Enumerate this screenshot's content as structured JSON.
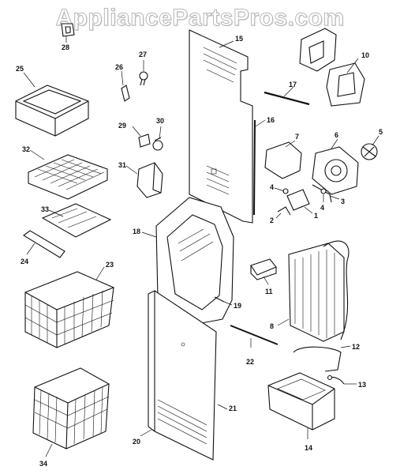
{
  "watermark": "AppliancePartsPros.com",
  "callouts": [
    {
      "id": "p28",
      "label": "28"
    },
    {
      "id": "p15",
      "label": "15"
    },
    {
      "id": "p10",
      "label": "10"
    },
    {
      "id": "p25",
      "label": "25"
    },
    {
      "id": "p27",
      "label": "27"
    },
    {
      "id": "p26",
      "label": "26"
    },
    {
      "id": "p17",
      "label": "17"
    },
    {
      "id": "p16",
      "label": "16"
    },
    {
      "id": "p29",
      "label": "29"
    },
    {
      "id": "p30",
      "label": "30"
    },
    {
      "id": "p7",
      "label": "7"
    },
    {
      "id": "p6",
      "label": "6"
    },
    {
      "id": "p5",
      "label": "5"
    },
    {
      "id": "p32",
      "label": "32"
    },
    {
      "id": "p31",
      "label": "31"
    },
    {
      "id": "p4a",
      "label": "4"
    },
    {
      "id": "p4b",
      "label": "4"
    },
    {
      "id": "p3",
      "label": "3"
    },
    {
      "id": "p2",
      "label": "2"
    },
    {
      "id": "p1",
      "label": "1"
    },
    {
      "id": "p33",
      "label": "33"
    },
    {
      "id": "p18",
      "label": "18"
    },
    {
      "id": "p24",
      "label": "24"
    },
    {
      "id": "p23",
      "label": "23"
    },
    {
      "id": "p11",
      "label": "11"
    },
    {
      "id": "p19",
      "label": "19"
    },
    {
      "id": "p8",
      "label": "8"
    },
    {
      "id": "p12",
      "label": "12"
    },
    {
      "id": "p22",
      "label": "22"
    },
    {
      "id": "p13",
      "label": "13"
    },
    {
      "id": "p21",
      "label": "21"
    },
    {
      "id": "p20",
      "label": "20"
    },
    {
      "id": "p14",
      "label": "14"
    },
    {
      "id": "p34",
      "label": "34"
    }
  ]
}
